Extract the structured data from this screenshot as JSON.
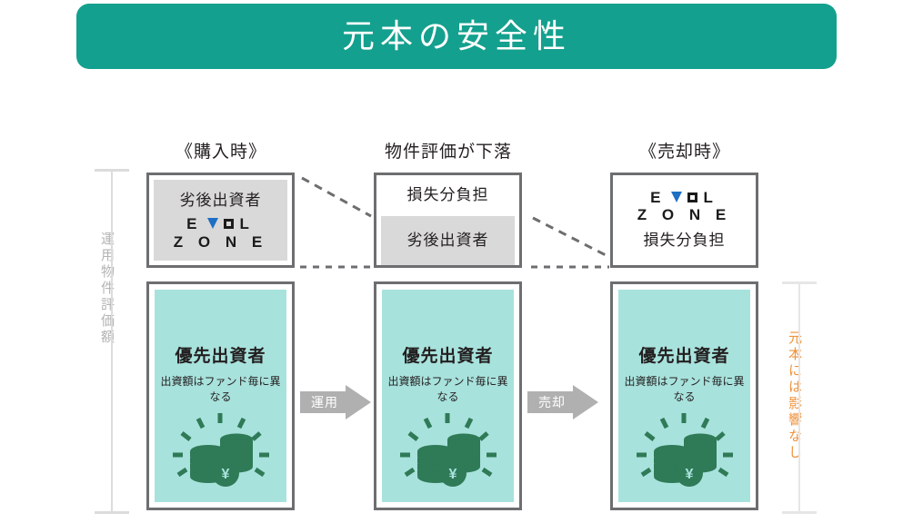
{
  "header": {
    "title": "元本の安全性",
    "banner_color": "#14a08e"
  },
  "columns": [
    {
      "header": "《購入時》"
    },
    {
      "header": "物件評価が下落"
    },
    {
      "header": "《売却時》"
    }
  ],
  "top_boxes": [
    {
      "id": "purchase",
      "label": "劣後出資者",
      "logo_line1": "E  O L",
      "logo_line2": "Z O N E",
      "fill": "#d9d9d9"
    },
    {
      "id": "decline",
      "label_top": "損失分負担",
      "label_bottom": "劣後出資者",
      "fill_top": "#ffffff",
      "fill_bottom": "#d9d9d9"
    },
    {
      "id": "sale",
      "logo_line1": "E  O L",
      "logo_line2": "Z O N E",
      "label": "損失分負担",
      "fill": "#ffffff"
    }
  ],
  "teal_boxes": [
    {
      "title": "優先出資者",
      "subtitle": "出資額はファンド毎に異なる",
      "icon": "coin-stack-yen-icon",
      "fill": "#a8e2dc"
    },
    {
      "title": "優先出資者",
      "subtitle": "出資額はファンド毎に異なる",
      "icon": "coin-stack-yen-icon",
      "fill": "#a8e2dc"
    },
    {
      "title": "優先出資者",
      "subtitle": "出資額はファンド毎に異なる",
      "icon": "coin-stack-yen-icon",
      "fill": "#a8e2dc"
    }
  ],
  "arrows": [
    {
      "label": "運用",
      "color": "#b0b0b0"
    },
    {
      "label": "売却",
      "color": "#b0b0b0"
    }
  ],
  "side_labels": {
    "left": {
      "text": "運用物件評価額",
      "color": "#b4b4b4"
    },
    "right": {
      "text": "元本には影響なし",
      "color": "#f0923a"
    }
  },
  "logo": {
    "e": "E",
    "o_square": "O",
    "l": "L",
    "zone": "Z O N E",
    "v_color": "#1f6fc4"
  }
}
